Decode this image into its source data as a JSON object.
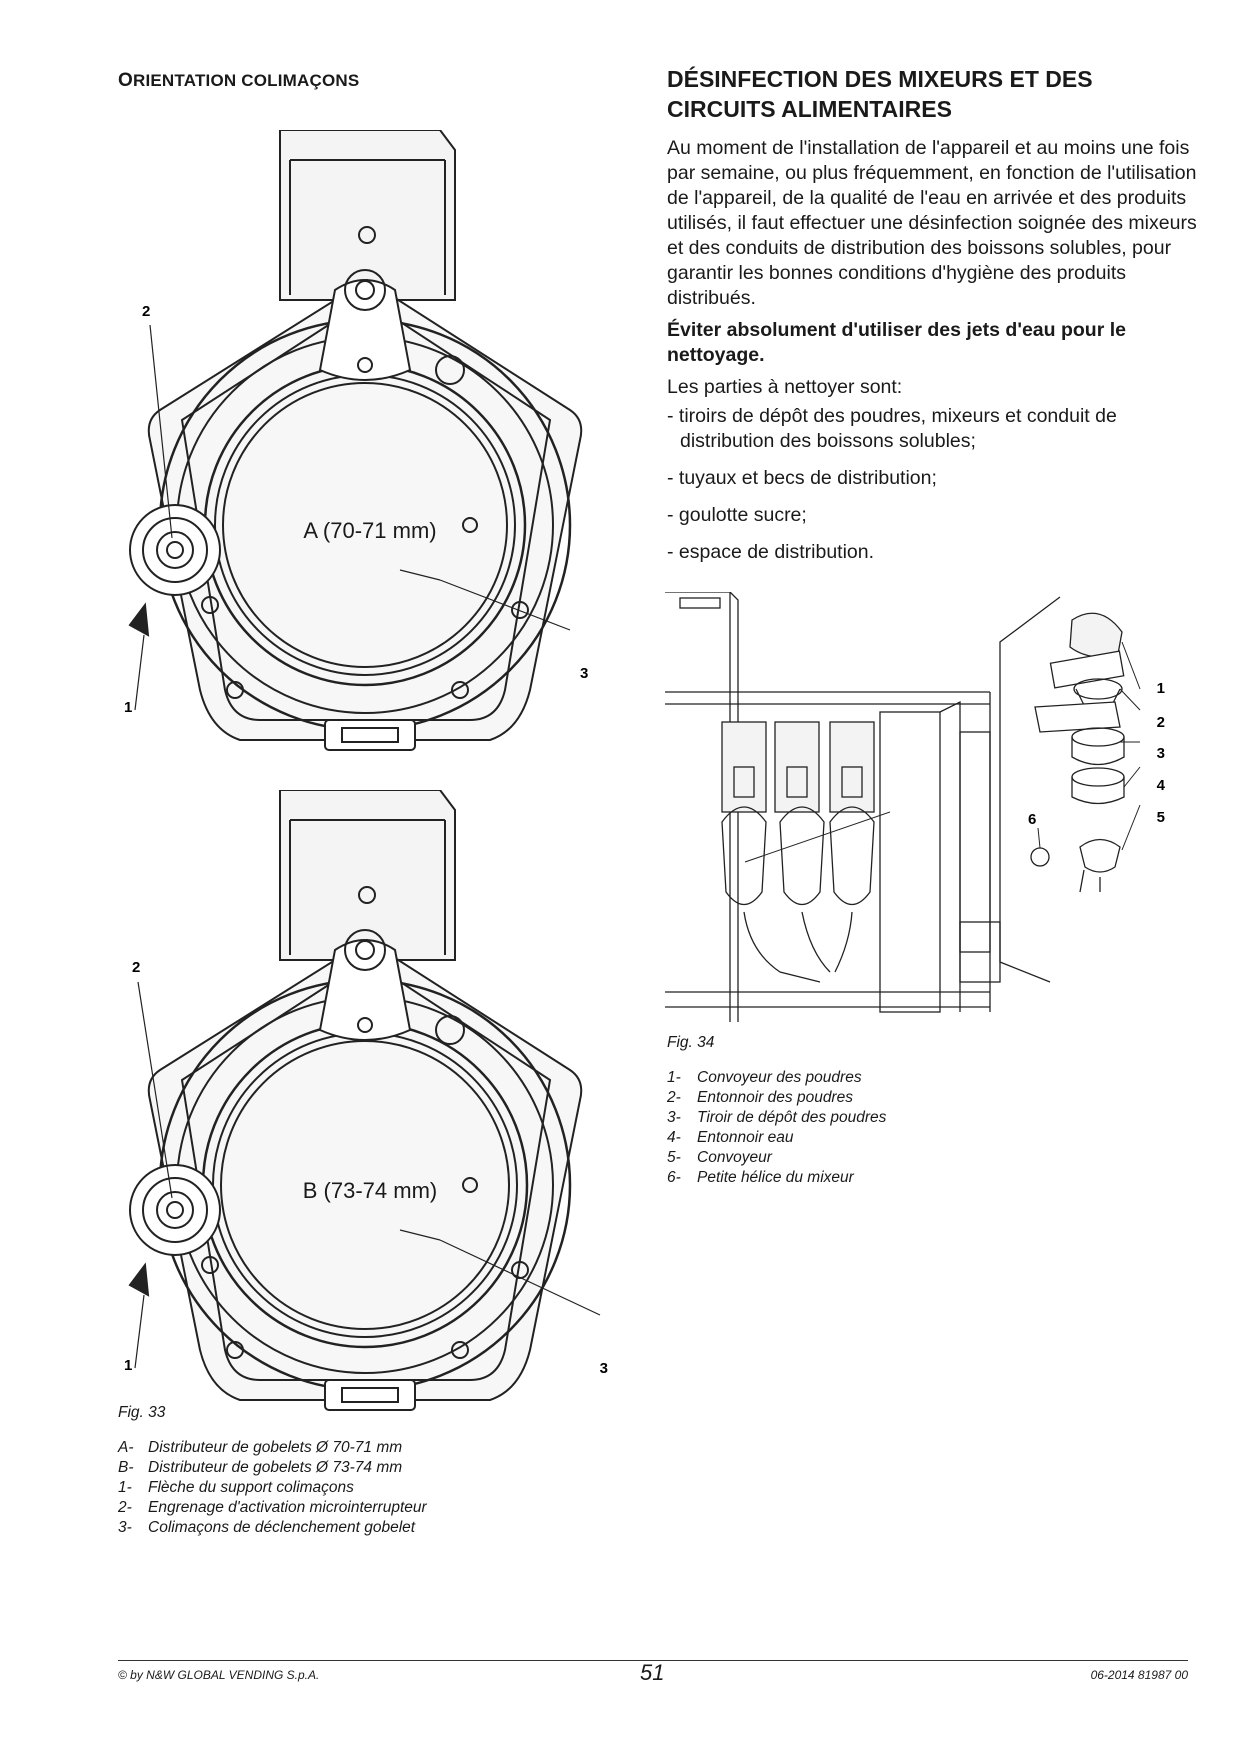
{
  "left": {
    "section_title_cap": "O",
    "section_title_rest": "RIENTATION COLIMAÇONS",
    "figure_a_label": "A (70-71 mm)",
    "figure_b_label": "B (73-74 mm)",
    "callouts": [
      "1",
      "2",
      "3"
    ],
    "figure_caption": "Fig. 33",
    "legend": [
      {
        "key": "A-",
        "text": "Distributeur de gobelets Ø 70-71 mm"
      },
      {
        "key": "B-",
        "text": "Distributeur de gobelets Ø 73-74 mm"
      },
      {
        "key": "1-",
        "text": "Flèche du support colimaçons"
      },
      {
        "key": "2-",
        "text": "Engrenage d'activation microinterrupteur"
      },
      {
        "key": "3-",
        "text": "Colimaçons de déclenchement gobelet"
      }
    ]
  },
  "right": {
    "title_line1": "DÉSINFECTION DES MIXEURS ET DES",
    "title_line2": "CIRCUITS ALIMENTAIRES",
    "intro": "Au moment de l'installation de l'appareil et au moins une fois par semaine, ou plus fréquemment, en fonction de l'utilisation de l'appareil, de la qualité de l'eau en arrivée et des produits utilisés, il faut effectuer une désinfection soignée des mixeurs et des conduits de distribution des boissons solubles, pour garantir les bonnes conditions d'hygiène des produits distribués.",
    "warning": "Éviter absolument d'utiliser des jets d'eau pour le nettoyage.",
    "parts_intro": "Les parties à nettoyer sont:",
    "parts": [
      {
        "line1": "- tiroirs de dépôt des poudres, mixeurs et conduit de",
        "line2": "distribution des boissons solubles;"
      },
      {
        "line1": "- tuyaux et becs de distribution;",
        "line2": ""
      },
      {
        "line1": "- goulotte sucre;",
        "line2": ""
      },
      {
        "line1": "- espace de distribution.",
        "line2": ""
      }
    ],
    "figure_callouts": [
      "1",
      "2",
      "3",
      "4",
      "5",
      "6"
    ],
    "figure_caption": "Fig. 34",
    "legend": [
      {
        "key": "1-",
        "text": "Convoyeur des poudres"
      },
      {
        "key": "2-",
        "text": "Entonnoir des poudres"
      },
      {
        "key": "3-",
        "text": "Tiroir de dépôt des poudres"
      },
      {
        "key": "4-",
        "text": "Entonnoir eau"
      },
      {
        "key": "5-",
        "text": "Convoyeur"
      },
      {
        "key": "6-",
        "text": "Petite hélice du mixeur"
      }
    ]
  },
  "footer": {
    "left": "© by N&W GLOBAL VENDING S.p.A.",
    "page_number": "51",
    "right": "06-2014 81987 00"
  }
}
